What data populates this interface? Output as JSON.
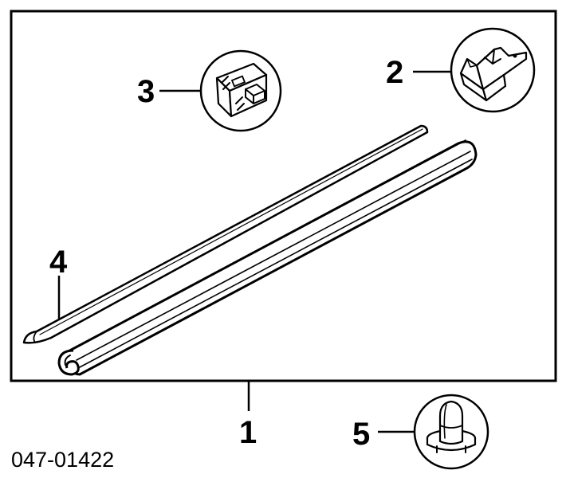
{
  "diagram": {
    "callouts": {
      "c1": "1",
      "c2": "2",
      "c3": "3",
      "c4": "4",
      "c5": "5"
    },
    "part_code": "047-01422",
    "colors": {
      "ink": "#000000",
      "paper": "#ffffff"
    },
    "icons": [
      "molding-strip-icon",
      "trim-strip-icon",
      "clip-icon",
      "bracket-icon",
      "push-pin-fastener-icon"
    ]
  }
}
